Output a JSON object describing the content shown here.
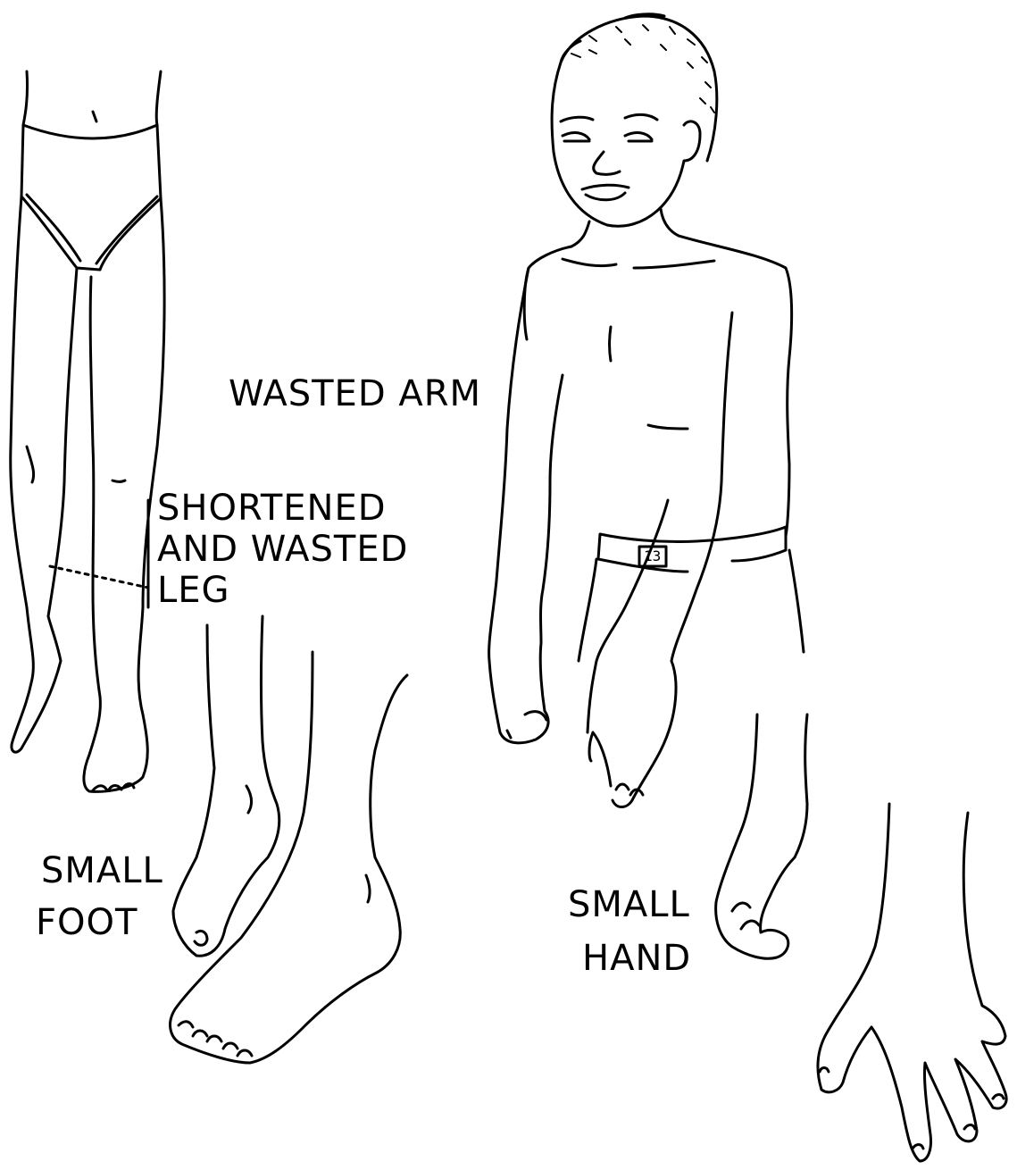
{
  "labels": {
    "wasted_arm": "WASTED ARM",
    "shortened_leg_line1": "SHORTENED",
    "shortened_leg_line2": "AND WASTED",
    "shortened_leg_line3": "LEG",
    "small_foot_line1": "SMALL",
    "small_foot_line2": "FOOT",
    "small_hand_line1": "SMALL",
    "small_hand_line2": "HAND"
  },
  "illustration": {
    "belt_buckle_text": "13",
    "line_color": "#000000",
    "background_color": "#ffffff"
  }
}
